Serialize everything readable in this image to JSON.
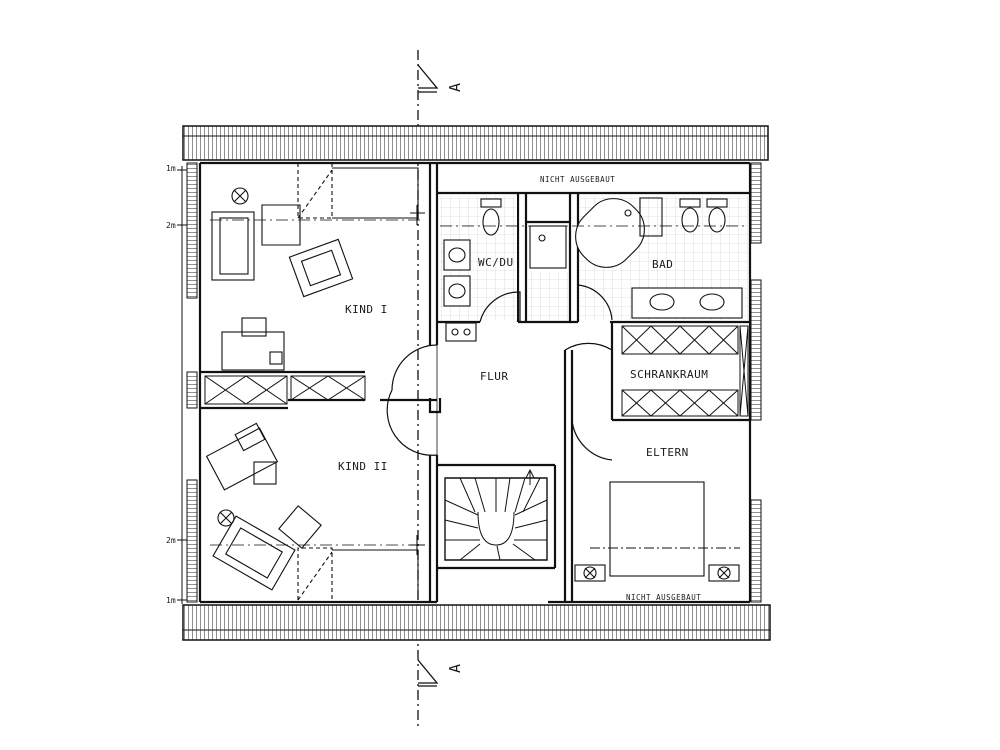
{
  "rooms": {
    "kind1": "KIND I",
    "kind2": "KIND II",
    "wc": "WC/DU",
    "bad": "BAD",
    "flur": "FLUR",
    "schrank": "SCHRANKRAUM",
    "eltern": "ELTERN"
  },
  "notes": {
    "top": "NICHT AUSGEBAUT",
    "bottom": "NICHT AUSGEBAUT"
  },
  "dimensions": {
    "top_1m": "1m",
    "top_2m": "2m",
    "bottom_2m": "2m",
    "bottom_1m": "1m"
  },
  "section": {
    "top": "A",
    "bottom": "A"
  }
}
